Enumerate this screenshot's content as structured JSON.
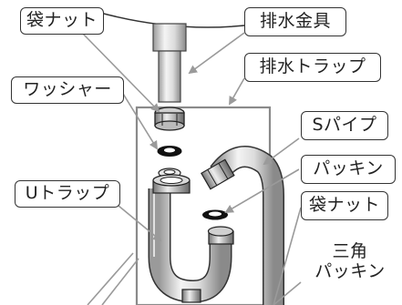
{
  "labels": {
    "fukuro_nut_top": "袋ナット",
    "haisui_kanagu": "排水金具",
    "haisui_trap": "排水トラップ",
    "washer": "ワッシャー",
    "s_pipe": "Sパイプ",
    "packing": "パッキン",
    "u_trap": "Uトラップ",
    "fukuro_nut_bottom": "袋ナット",
    "sankaku_packing_line1": "三角",
    "sankaku_packing_line2": "パッキン"
  }
}
